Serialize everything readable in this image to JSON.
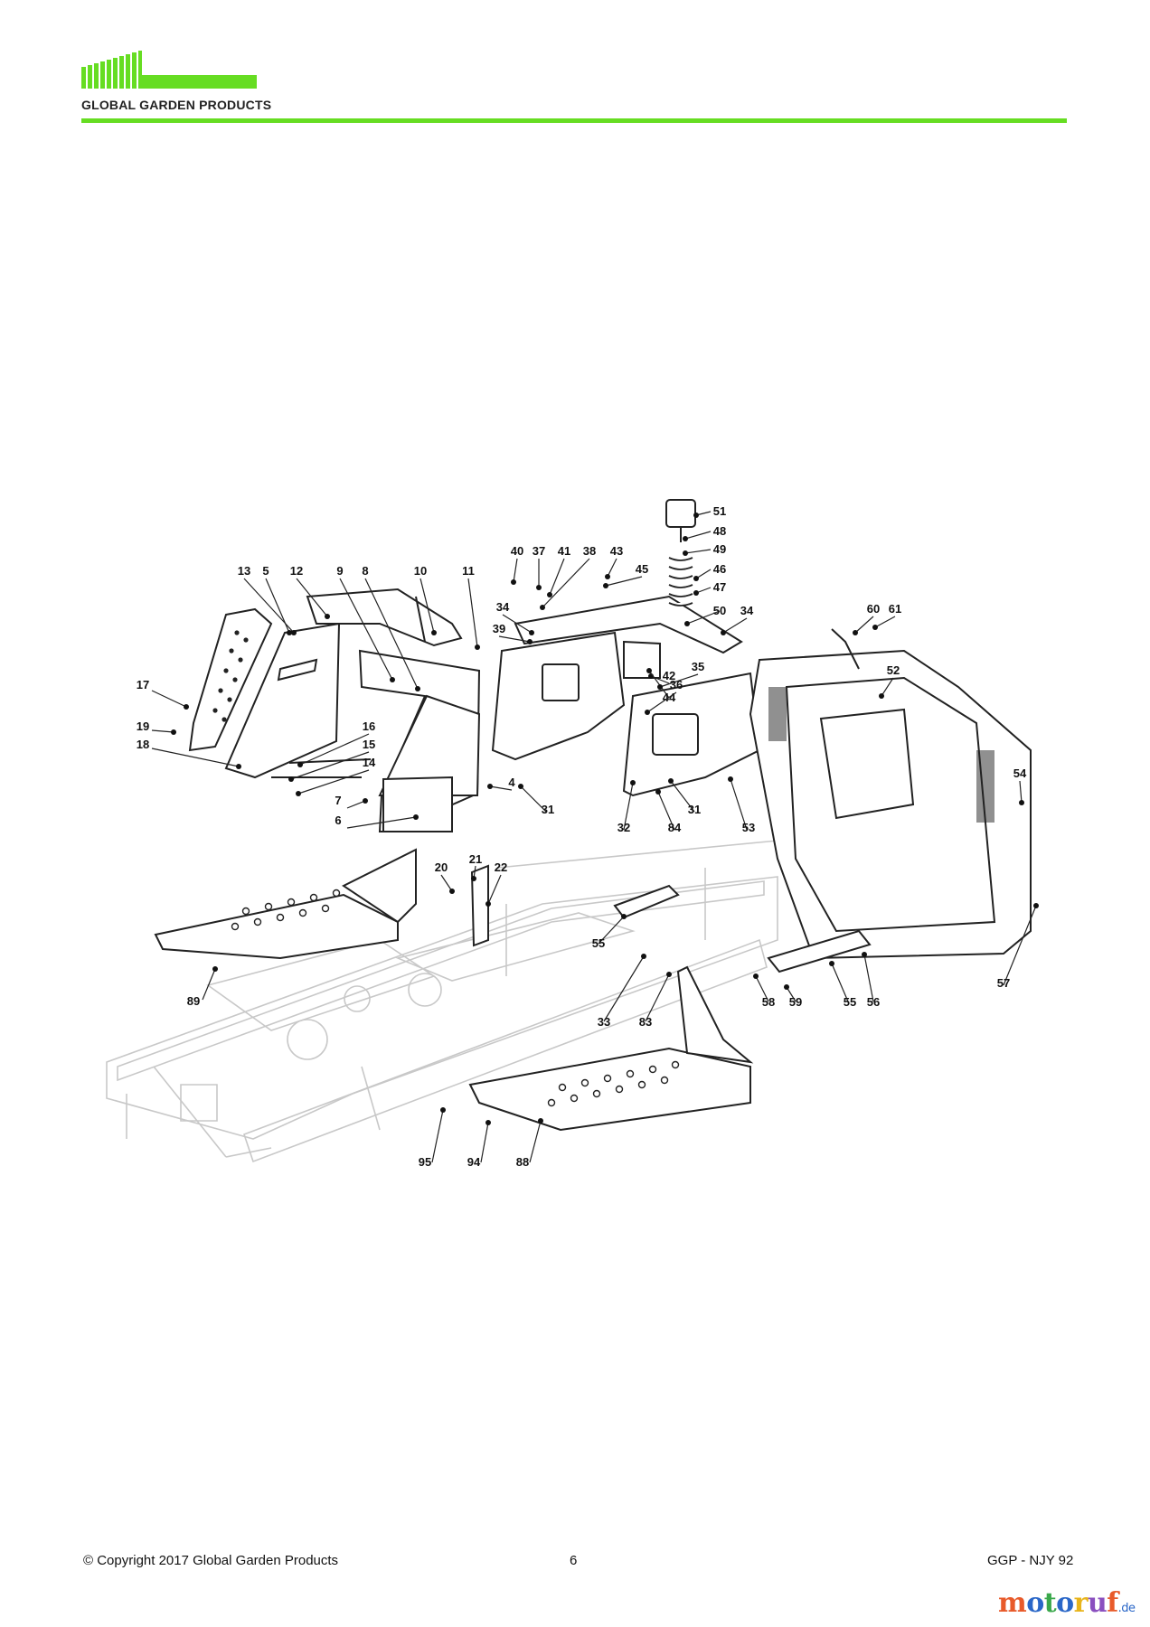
{
  "header": {
    "brand": "GLOBAL GARDEN PRODUCTS",
    "accent_color": "#66dd22",
    "logo_icon": "vertical-bars-logo-icon"
  },
  "diagram": {
    "type": "exploded-parts-view",
    "part_labels": [
      "13",
      "5",
      "12",
      "9",
      "8",
      "10",
      "11",
      "40",
      "37",
      "41",
      "38",
      "43",
      "45",
      "51",
      "48",
      "49",
      "46",
      "47",
      "50",
      "34",
      "34",
      "39",
      "42",
      "44",
      "35",
      "36",
      "60",
      "61",
      "52",
      "17",
      "19",
      "18",
      "16",
      "15",
      "14",
      "7",
      "6",
      "4",
      "31",
      "31",
      "32",
      "84",
      "53",
      "54",
      "57",
      "21",
      "20",
      "22",
      "55",
      "55",
      "58",
      "59",
      "56",
      "33",
      "83",
      "89",
      "95",
      "94",
      "88"
    ]
  },
  "footer": {
    "copyright": "© Copyright 2017 Global Garden Products",
    "page_number": "6",
    "model": "GGP - NJY 92"
  },
  "watermark": {
    "m": "m",
    "o1": "o",
    "t": "t",
    "o2": "o",
    "r": "r",
    "u": "u",
    "f": "f",
    "domain": ".de"
  }
}
